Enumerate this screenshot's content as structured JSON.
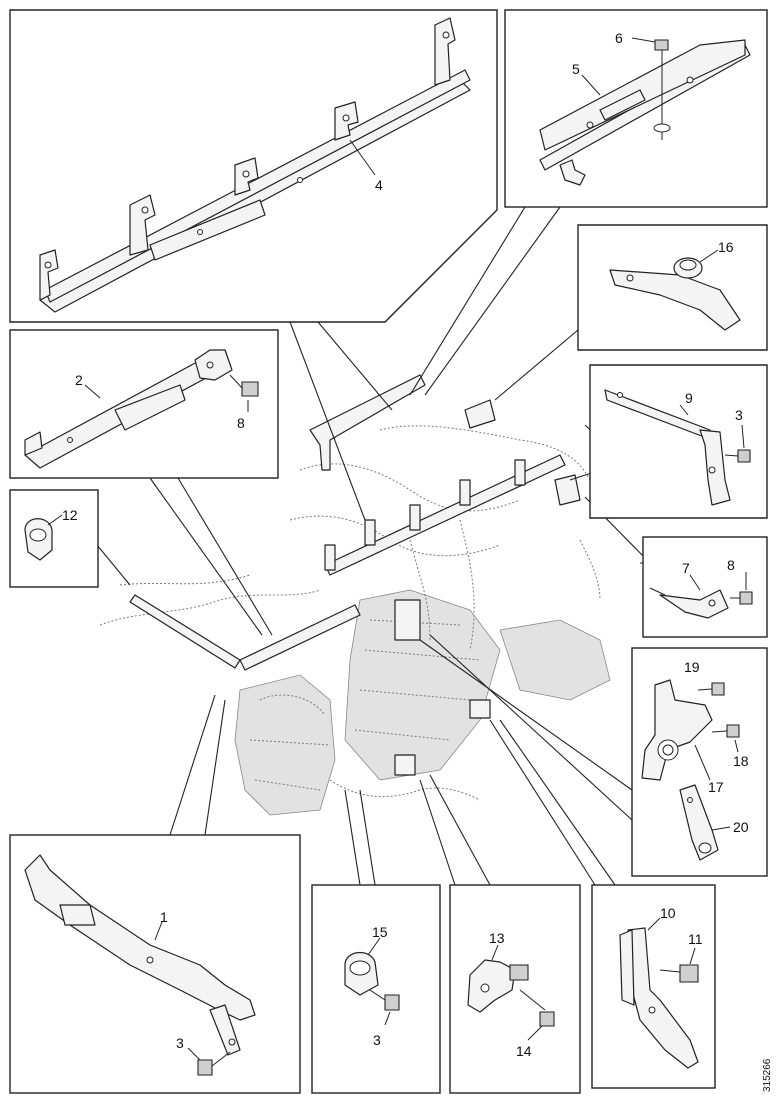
{
  "figure": {
    "reference_code": "315266"
  },
  "callouts": {
    "box_bracket_4": [
      "4"
    ],
    "box_bracket_5": [
      "6",
      "5"
    ],
    "box_bracket_16": [
      "16"
    ],
    "box_bracket_2": [
      "2",
      "8"
    ],
    "box_bracket_9": [
      "9",
      "3"
    ],
    "box_clip_12": [
      "12"
    ],
    "box_bracket_7": [
      "7",
      "8"
    ],
    "box_bracket_19": [
      "19",
      "18",
      "17",
      "20"
    ],
    "box_bracket_1": [
      "1",
      "3"
    ],
    "box_clip_15": [
      "15",
      "3"
    ],
    "box_bracket_13": [
      "13",
      "14"
    ],
    "box_bracket_10": [
      "10",
      "11"
    ]
  }
}
